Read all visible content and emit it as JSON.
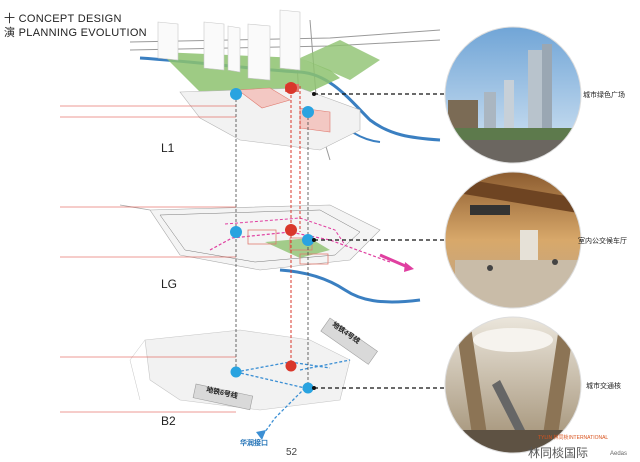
{
  "header": {
    "line1_symbol": "十",
    "line1": "CONCEPT DESIGN",
    "line2_symbol": "演",
    "line2": "PLANNING EVOLUTION"
  },
  "levels": {
    "l1": "L1",
    "lg": "LG",
    "b2": "B2"
  },
  "bottom_label": "华润接口",
  "metro_labels": {
    "line4": "地铁4号线",
    "line6": "地铁6号线"
  },
  "captions": {
    "plaza": "城市绿色广场",
    "bus_hall": "室内公交候车厅",
    "transit_core": "城市交通核"
  },
  "page_number": "52",
  "branding": {
    "small": "TYLIN 林同棪INTERNATIONAL",
    "chinese": "林同棪国际",
    "aedas": "Aedas"
  },
  "colors": {
    "green": "#8dc26f",
    "blue_water": "#3a7fc1",
    "red_dash": "#d9372b",
    "blue_dash": "#3b8fd4",
    "magenta": "#e03fa0",
    "marker_blue": "#29a3e0"
  }
}
